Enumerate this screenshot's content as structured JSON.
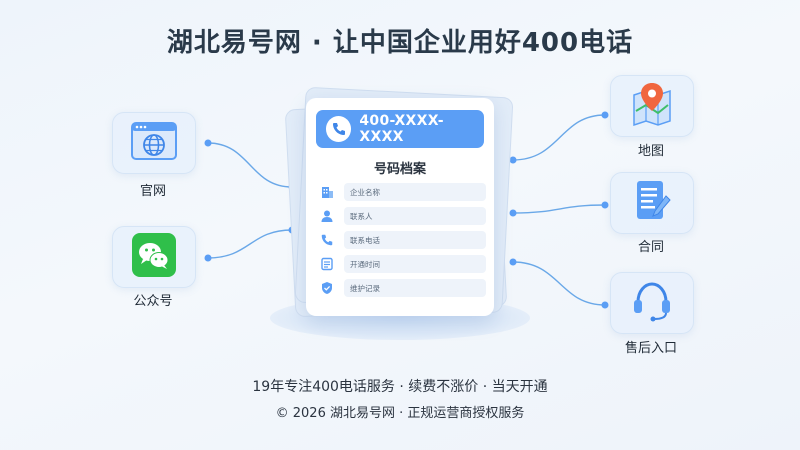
{
  "header": {
    "title": "湖北易号网 · 让中国企业用好400电话"
  },
  "left_items": [
    {
      "label": "官网",
      "icon": "browser-globe-icon"
    },
    {
      "label": "公众号",
      "icon": "wechat-icon"
    }
  ],
  "right_items": [
    {
      "label": "地图",
      "icon": "map-pin-icon"
    },
    {
      "label": "合同",
      "icon": "contract-document-icon"
    },
    {
      "label": "售后入口",
      "icon": "headset-icon"
    }
  ],
  "document": {
    "phone_number": "400-XXXX-XXXX",
    "title": "号码档案",
    "fields": [
      {
        "label": "企业名称",
        "icon": "building-icon"
      },
      {
        "label": "联系人",
        "icon": "person-icon"
      },
      {
        "label": "联系电话",
        "icon": "phone-icon"
      },
      {
        "label": "开通时间",
        "icon": "calendar-list-icon"
      },
      {
        "label": "维护记录",
        "icon": "shield-check-icon"
      }
    ]
  },
  "footer": {
    "tagline": "19年专注400电话服务 · 续费不涨价 · 当天开通",
    "copyright": "© 2026 湖北易号网 · 正规运营商授权服务"
  },
  "colors": {
    "accent": "#5b9ef5",
    "connector": "#6aa8e8",
    "wechat_green": "#2fbf4a"
  }
}
